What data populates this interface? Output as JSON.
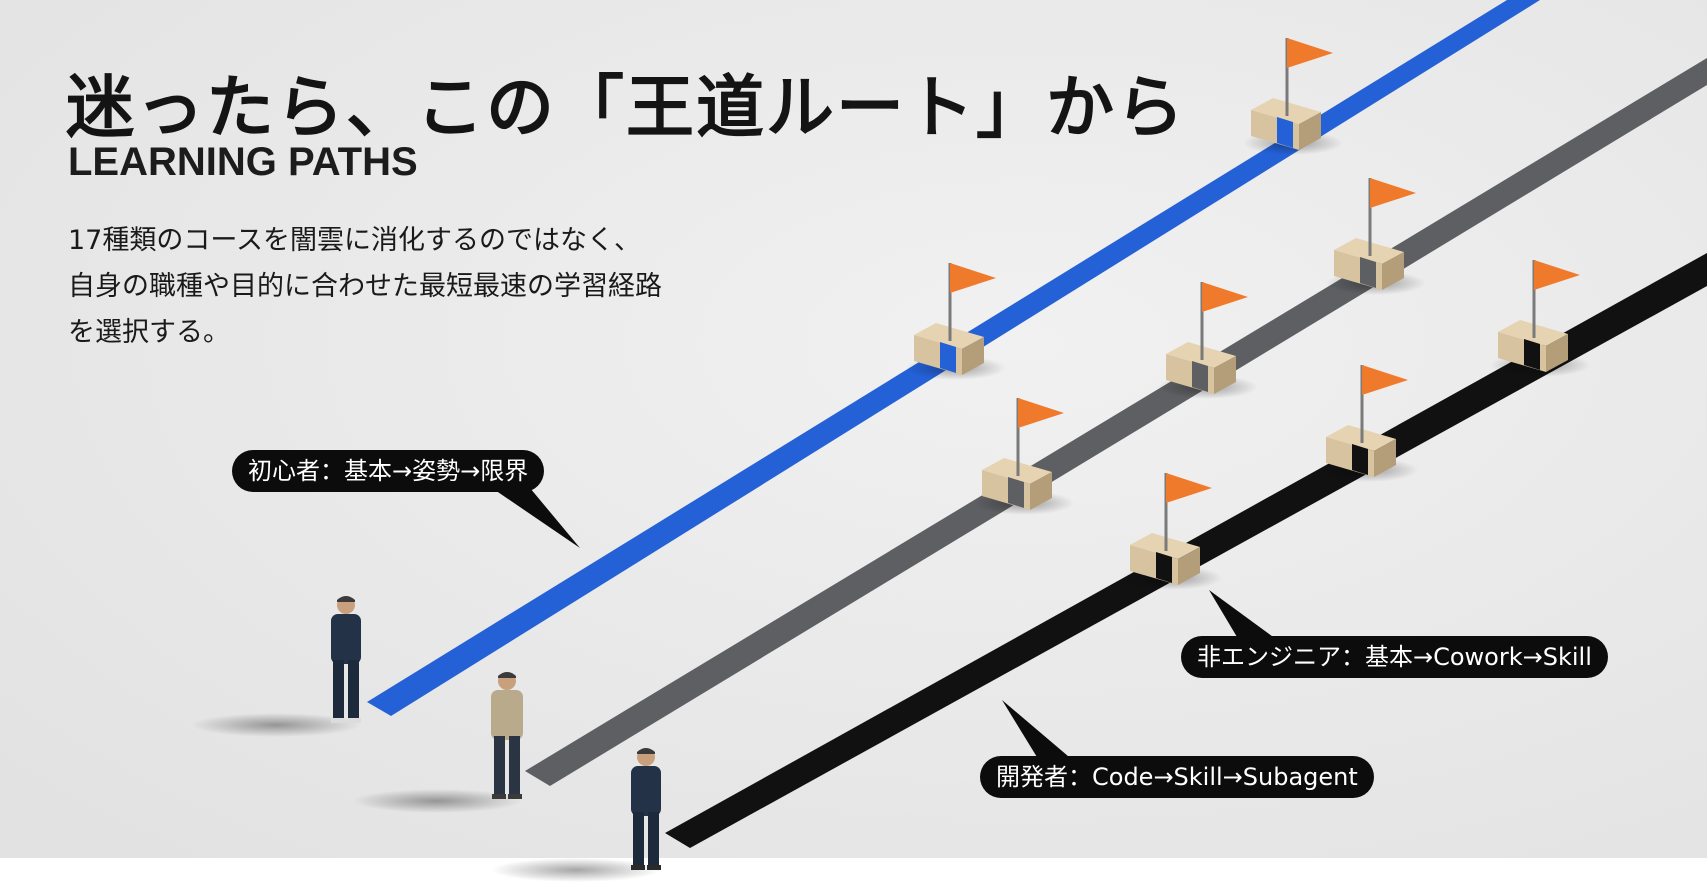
{
  "headline": "迷ったら、この「王道ルート」から",
  "subheading": "LEARNING PATHS",
  "description": [
    "17種類のコースを闇雲に消化するのではなく、",
    "自身の職種や目的に合わせた最短最速の学習経路",
    "を選択する。"
  ],
  "paths": {
    "beginner": {
      "label": "初心者：基本→姿勢→限界",
      "color": "#2461d6"
    },
    "non_engineer": {
      "label": "非エンジニア：基本→Cowork→Skill",
      "color": "#5d5f62"
    },
    "developer": {
      "label": "開発者：Code→Skill→Subagent",
      "color": "#111111"
    }
  },
  "colors": {
    "background": "#eaeaea",
    "flag": "#f07a2c",
    "block_wood": "#d8c3a0",
    "figure_suit": "#243247",
    "figure_jacket": "#b9aa8c"
  },
  "icons": [
    "flag-icon",
    "milestone-block",
    "person-figure"
  ]
}
